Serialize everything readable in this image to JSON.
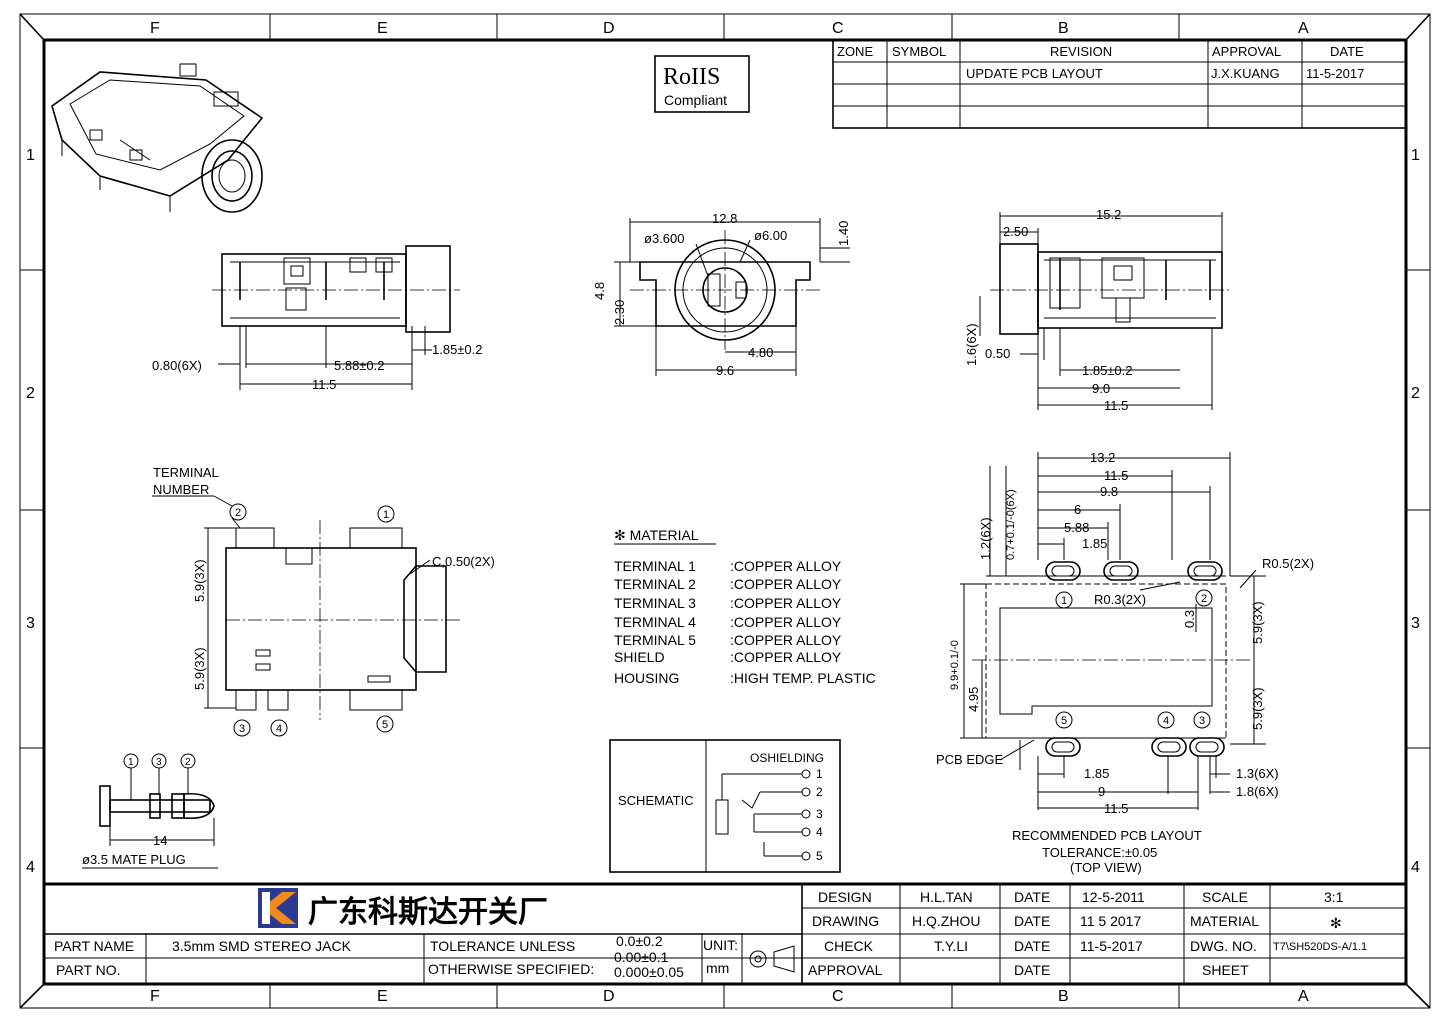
{
  "zones": {
    "columns": [
      "F",
      "E",
      "D",
      "C",
      "B",
      "A"
    ],
    "rows": [
      "1",
      "2",
      "3",
      "4"
    ]
  },
  "rohs": {
    "line1": "RoIIS",
    "line2": "Compliant"
  },
  "revision_table": {
    "headers": [
      "ZONE",
      "SYMBOL",
      "REVISION",
      "APPROVAL",
      "DATE"
    ],
    "rows": [
      [
        "",
        "",
        "UPDATE PCB LAYOUT",
        "J.X.KUANG",
        "11-5-2017"
      ]
    ]
  },
  "front_view": {
    "dims": {
      "pitch6x": "0.80(6X)",
      "d588": "5.88±0.2",
      "d185": "1.85±0.2",
      "d115": "11.5"
    }
  },
  "end_view": {
    "dims": {
      "w128": "12.8",
      "h140": "1.40",
      "d3600": "ø3.600",
      "d600": "ø6.00",
      "h48": "4.8",
      "h230": "2.30",
      "w480": "4.80",
      "w96": "9.6"
    }
  },
  "side_view": {
    "dims": {
      "w152": "15.2",
      "w250": "2.50",
      "h16": "1.6(6X)",
      "w050": "0.50",
      "w185": "1.85±0.2",
      "w90": "9.0",
      "w115": "11.5"
    }
  },
  "top_view": {
    "terminal_label_1": "TERMINAL",
    "terminal_label_2": "NUMBER",
    "chamfer": "C,0.50(2X)",
    "dim59a": "5.9(3X)",
    "dim59b": "5.9(3X)",
    "terminals": [
      "2",
      "1",
      "3",
      "4",
      "5"
    ]
  },
  "material": {
    "title": "✻ MATERIAL",
    "rows": [
      {
        "part": "TERMINAL  1",
        "mat": ":COPPER  ALLOY"
      },
      {
        "part": "TERMINAL  2",
        "mat": ":COPPER  ALLOY"
      },
      {
        "part": "TERMINAL  3",
        "mat": ":COPPER  ALLOY"
      },
      {
        "part": "TERMINAL  4",
        "mat": ":COPPER  ALLOY"
      },
      {
        "part": "TERMINAL  5",
        "mat": ":COPPER  ALLOY"
      },
      {
        "part": "SHIELD",
        "mat": ":COPPER  ALLOY"
      },
      {
        "part": "HOUSING",
        "mat": ":HIGH  TEMP.  PLASTIC"
      }
    ]
  },
  "schematic": {
    "label": "SCHEMATIC",
    "pins": [
      "OSHIELDING",
      "1",
      "2",
      "3",
      "4",
      "5"
    ]
  },
  "plug": {
    "length": "14",
    "label": "ø3.5  MATE  PLUG",
    "terminals": [
      "1",
      "3",
      "2"
    ]
  },
  "pcb_layout": {
    "dims": {
      "w132": "13.2",
      "w115a": "11.5",
      "w98": "9.8",
      "w6": "6",
      "w588": "5.88",
      "w185a": "1.85",
      "h12": "1.2(6X)",
      "h07": "0.7+0.1/-0(6X)",
      "r05": "R0.5(2X)",
      "r03": "R0.3(2X)",
      "h03": "0.3",
      "h99": "9.9+0.1/-0",
      "h495": "4.95",
      "s59a": "5.9(3X)",
      "s59b": "5.9(3X)",
      "b185": "1.85",
      "b9": "9",
      "b115": "11.5",
      "b13": "1.3(6X)",
      "b18": "1.8(6X)"
    },
    "pcb_edge": "PCB EDGE",
    "pads": [
      "1",
      "2",
      "5",
      "4",
      "3"
    ],
    "caption1": "RECOMMENDED PCB LAYOUT",
    "caption2": "TOLERANCE:±0.05",
    "caption3": "(TOP VIEW)"
  },
  "title_block": {
    "company": "广东科斯达开关厂",
    "part_name_label": "PART NAME",
    "part_name": "3.5mm  SMD  STEREO  JACK",
    "part_no_label": "PART NO.",
    "part_no": "",
    "tolerance_label": "TOLERANCE  UNLESS",
    "otherwise_label": "OTHERWISE  SPECIFIED:",
    "tol1": "0.0±0.2",
    "tol2": "0.00±0.1",
    "tol3": "0.000±0.05",
    "unit_label": "UNIT:",
    "unit": "mm",
    "rows": [
      {
        "label": "DESIGN",
        "name": "H.L.TAN",
        "dlabel": "DATE",
        "date": "12-5-2011",
        "rlabel": "SCALE",
        "rval": "3:1"
      },
      {
        "label": "DRAWING",
        "name": "H.Q.ZHOU",
        "dlabel": "DATE",
        "date": "11  5  2017",
        "rlabel": "MATERIAL",
        "rval": "✻"
      },
      {
        "label": "CHECK",
        "name": "T.Y.LI",
        "dlabel": "DATE",
        "date": "11-5-2017",
        "rlabel": "DWG. NO.",
        "rval": "T7\\SH520DS-A/1.1"
      },
      {
        "label": "APPROVAL",
        "name": "",
        "dlabel": "DATE",
        "date": "",
        "rlabel": "SHEET",
        "rval": ""
      }
    ]
  }
}
